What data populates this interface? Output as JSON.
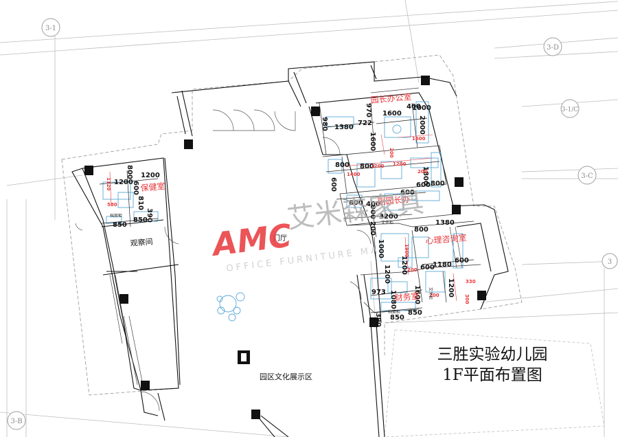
{
  "title": {
    "line1": "三胜实验幼儿园",
    "line2": "1F平面布置图"
  },
  "watermark": {
    "logo_text": "AMC",
    "brand_text": "艾米森家具",
    "sub_text": "OFFICE FURNITURE MA"
  },
  "grid_labels": [
    "3-1",
    "3-D",
    "3-1/C",
    "3-C",
    "3-B",
    "3"
  ],
  "rooms": {
    "principal_office": "园长办公室",
    "deputy_principal": "副园长办",
    "health_room": "保健室",
    "observation": "观察间",
    "lobby": "门厅",
    "counseling": "心理咨询室",
    "finance": "财务室",
    "culture_zone": "园区文化展示区"
  },
  "small_labels": {
    "cabinet": "档案柜",
    "file_cabinet": "文件柜"
  },
  "dims_black": [
    "980",
    "1380",
    "722",
    "970",
    "1600",
    "400",
    "1000",
    "2000",
    "1600",
    "800",
    "800",
    "1800",
    "600",
    "800",
    "600",
    "1200",
    "1200",
    "800",
    "600",
    "810",
    "390",
    "850",
    "850",
    "900",
    "3200",
    "200",
    "800",
    "800",
    "1380",
    "1000",
    "1200",
    "1200",
    "600",
    "973",
    "1080",
    "600",
    "1180",
    "1200",
    "850",
    "850",
    "390",
    "1600",
    "600",
    "400"
  ],
  "dims_red": [
    "200",
    "1600",
    "1200",
    "1200",
    "1400",
    "1120",
    "580",
    "1900",
    "200",
    "200",
    "330",
    "200",
    "300"
  ],
  "colors": {
    "wall": "#111111",
    "dimension_red": "#e8383b",
    "furniture_blue": "#5aa9d8",
    "watermark_red": "#e8383b",
    "watermark_gray": "#b0b0b0"
  }
}
